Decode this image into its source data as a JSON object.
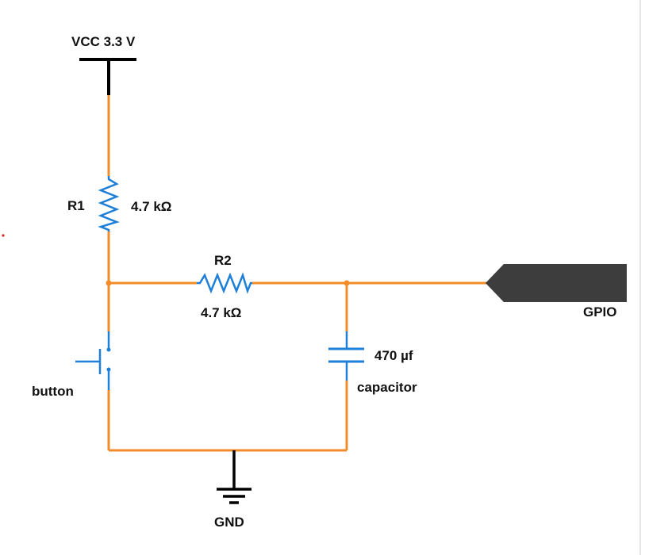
{
  "diagram": {
    "labels": {
      "vcc": "VCC 3.3 V",
      "r1_name": "R1",
      "r1_value": "4.7 kΩ",
      "r2_name": "R2",
      "r2_value": "4.7 kΩ",
      "cap_value": "470 µf",
      "cap_name": "capacitor",
      "button": "button",
      "gpio": "GPIO",
      "gnd": "GND"
    },
    "colors": {
      "wire": "#f28c28",
      "component": "#1e7fd9",
      "rail": "#000000",
      "gpio_pin": "#3d3d3d",
      "junction": "#f28c28",
      "stray_dot": "#e02020"
    },
    "components": [
      {
        "id": "vcc-supply",
        "type": "power-rail"
      },
      {
        "id": "r1",
        "type": "resistor"
      },
      {
        "id": "r2",
        "type": "resistor"
      },
      {
        "id": "capacitor",
        "type": "capacitor"
      },
      {
        "id": "button",
        "type": "push-button"
      },
      {
        "id": "gpio",
        "type": "gpio-pin"
      },
      {
        "id": "gnd",
        "type": "ground"
      }
    ]
  }
}
